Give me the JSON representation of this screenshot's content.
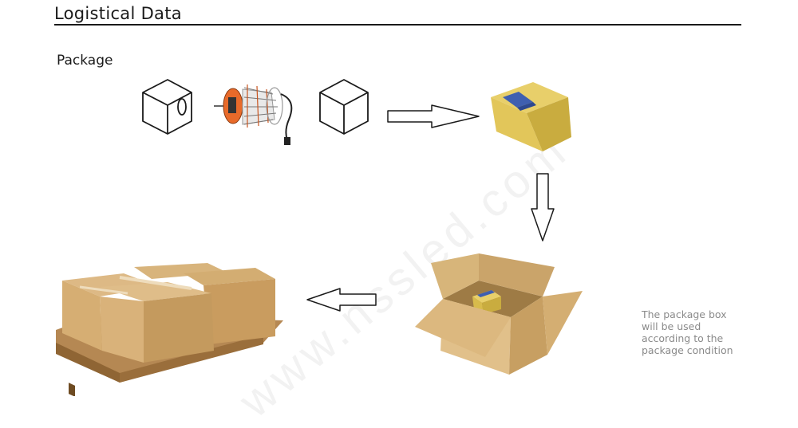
{
  "header": {
    "title": "Logistical Data"
  },
  "section": {
    "label": "Package"
  },
  "watermark": {
    "text": "www.nssled.com"
  },
  "note": {
    "lines": [
      "The package box",
      "will be used",
      "according to the",
      "package condition"
    ]
  },
  "colors": {
    "line": "#1a1a1a",
    "carton": "#d9b27a",
    "carton_dark": "#c49a5e",
    "gift_box": "#e2c65a",
    "gift_box_dark": "#c9ac3f",
    "gift_tape": "#3f5fb0",
    "lamp_body": "#e86a2a",
    "pallet": "#a87a45"
  },
  "icons": [
    "box-insert-icon",
    "lamp-product-icon",
    "inner-box-icon",
    "gift-box-icon",
    "open-carton-icon",
    "pallet-cartons-icon"
  ]
}
